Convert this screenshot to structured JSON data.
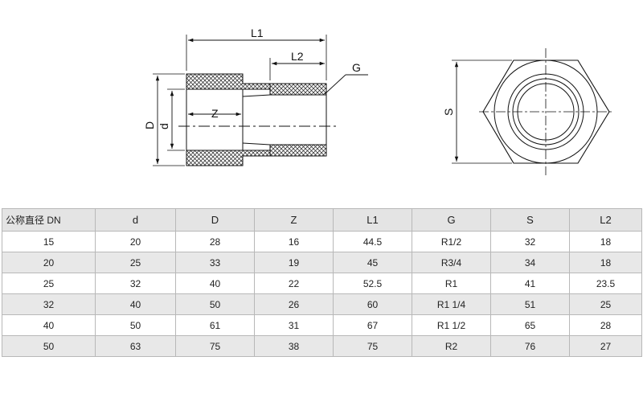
{
  "diagram": {
    "dimension_labels": {
      "L1": "L1",
      "L2": "L2",
      "G": "G",
      "D": "D",
      "d": "d",
      "Z": "Z",
      "S": "S"
    }
  },
  "table": {
    "headers": [
      "公称直径 DN",
      "d",
      "D",
      "Z",
      "L1",
      "G",
      "S",
      "L2"
    ],
    "rows": [
      [
        "15",
        "20",
        "28",
        "16",
        "44.5",
        "R1/2",
        "32",
        "18"
      ],
      [
        "20",
        "25",
        "33",
        "19",
        "45",
        "R3/4",
        "34",
        "18"
      ],
      [
        "25",
        "32",
        "40",
        "22",
        "52.5",
        "R1",
        "41",
        "23.5"
      ],
      [
        "32",
        "40",
        "50",
        "26",
        "60",
        "R1 1/4",
        "51",
        "25"
      ],
      [
        "40",
        "50",
        "61",
        "31",
        "67",
        "R1 1/2",
        "65",
        "28"
      ],
      [
        "50",
        "63",
        "75",
        "38",
        "75",
        "R2",
        "76",
        "27"
      ]
    ]
  }
}
